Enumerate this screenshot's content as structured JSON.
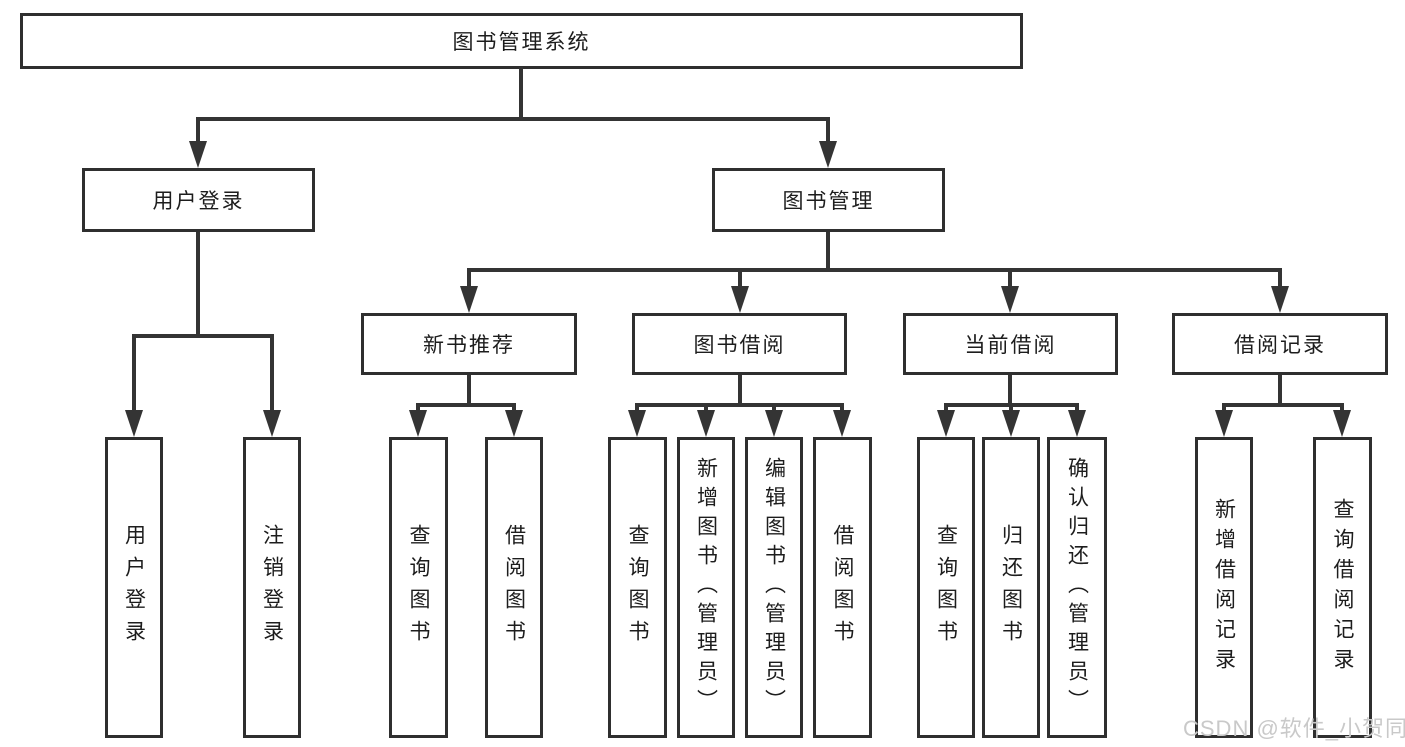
{
  "diagram": {
    "tree": {
      "label": "图书管理系统",
      "children": [
        {
          "label": "用户登录",
          "children": [
            {
              "label": "用户登录"
            },
            {
              "label": "注销登录"
            }
          ]
        },
        {
          "label": "图书管理",
          "children": [
            {
              "label": "新书推荐",
              "children": [
                {
                  "label": "查询图书"
                },
                {
                  "label": "借阅图书"
                }
              ]
            },
            {
              "label": "图书借阅",
              "children": [
                {
                  "label": "查询图书"
                },
                {
                  "label": "新增图书（管理员）"
                },
                {
                  "label": "编辑图书（管理员）"
                },
                {
                  "label": "借阅图书"
                }
              ]
            },
            {
              "label": "当前借阅",
              "children": [
                {
                  "label": "查询图书"
                },
                {
                  "label": "归还图书"
                },
                {
                  "label": "确认归还（管理员）"
                }
              ]
            },
            {
              "label": "借阅记录",
              "children": [
                {
                  "label": "新增借阅记录"
                },
                {
                  "label": "查询借阅记录"
                }
              ]
            }
          ]
        }
      ]
    },
    "watermark": {
      "text": "CSDN @软件_小贺同学"
    },
    "colors": {
      "line": "#343434",
      "border": "#2f2f2f",
      "text": "#1d1d1d",
      "watermark": "#c9c9c9",
      "background": "#ffffff"
    }
  }
}
